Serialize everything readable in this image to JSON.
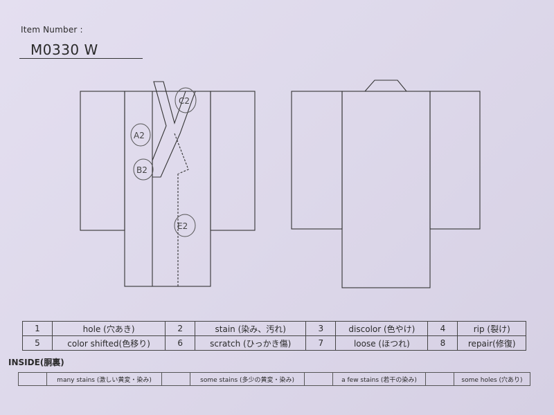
{
  "header": {
    "item_number_label": "Item Number :",
    "item_number_value": "M0330   W"
  },
  "diagram": {
    "front_marks": [
      "A2",
      "B2",
      "C2",
      "E2"
    ]
  },
  "legend": {
    "rows": [
      [
        {
          "num": "1",
          "label": "hole (穴あき)"
        },
        {
          "num": "2",
          "label": "stain (染み、汚れ)"
        },
        {
          "num": "3",
          "label": "discolor (色やけ)"
        },
        {
          "num": "4",
          "label": "rip (裂け)"
        }
      ],
      [
        {
          "num": "5",
          "label": "color shifted(色移り)"
        },
        {
          "num": "6",
          "label": "scratch (ひっかき傷)"
        },
        {
          "num": "7",
          "label": "loose (ほつれ)"
        },
        {
          "num": "8",
          "label": "repair(修復)"
        }
      ]
    ]
  },
  "inside": {
    "title": "INSIDE(胴裏)",
    "items": [
      "many stains (激しい黄変・染み)",
      "some stains (多少の黄変・染み)",
      "a few stains (若干の染み)",
      "some holes (穴あり)"
    ]
  }
}
